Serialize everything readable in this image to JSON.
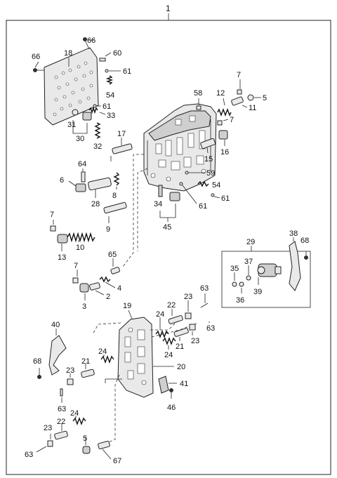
{
  "labels": {
    "p1": "1",
    "p66a": "66",
    "p66b": "66",
    "p18": "18",
    "p60": "60",
    "p61a": "61",
    "p54a": "54",
    "p61b": "61",
    "p33": "33",
    "p31": "31",
    "p30": "30",
    "p32": "32",
    "p7a": "7",
    "p58": "58",
    "p12": "12",
    "p5a": "5",
    "p11": "11",
    "p7b": "7",
    "p16": "16",
    "p15": "15",
    "p17": "17",
    "p64": "64",
    "p6": "6",
    "p8": "8",
    "p59": "59",
    "p54b": "54",
    "p28": "28",
    "p34": "34",
    "p61c": "61",
    "p61d": "61",
    "p45": "45",
    "p7c": "7",
    "p9": "9",
    "p10": "10",
    "p13": "13",
    "p29": "29",
    "p38": "38",
    "p68a": "68",
    "p35": "35",
    "p37": "37",
    "p36": "36",
    "p39": "39",
    "p7d": "7",
    "p65": "65",
    "p4": "4",
    "p3": "3",
    "p2": "2",
    "p19": "19",
    "p23a": "23",
    "p63a": "63",
    "p22a": "22",
    "p24a": "24",
    "p63b": "63",
    "p40": "40",
    "p24b": "24",
    "p21a": "21",
    "p23b": "23",
    "p24c": "24",
    "p68b": "68",
    "p23c": "23",
    "p21b": "21",
    "p20": "20",
    "p41": "41",
    "p63c": "63",
    "p46": "46",
    "p24d": "24",
    "p22b": "22",
    "p23d": "23",
    "p63d": "63",
    "p5b": "5",
    "p67": "67"
  }
}
